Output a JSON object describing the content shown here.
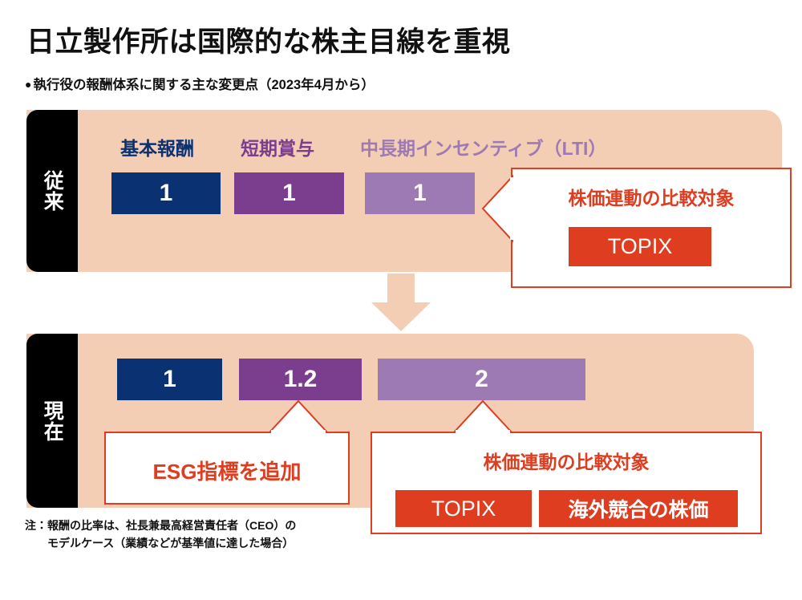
{
  "header": {
    "title": "日立製作所は国際的な株主目線を重視",
    "bullet": "●",
    "subtitle": "執行役の報酬体系に関する主な変更点（2023年4月から）"
  },
  "rows": {
    "old": {
      "era_label": "従来",
      "categories": [
        {
          "label": "基本報酬",
          "color": "#0a3273",
          "value": "1"
        },
        {
          "label": "短期賞与",
          "color": "#7b3e8f",
          "value": "1"
        },
        {
          "label": "中長期インセンティブ（LTI）",
          "color": "#9e7ab4",
          "value": "1"
        }
      ]
    },
    "new": {
      "era_label": "現在",
      "categories": [
        {
          "label": "基本報酬",
          "color": "#0a3273",
          "value": "1"
        },
        {
          "label": "短期賞与",
          "color": "#7b3e8f",
          "value": "1.2"
        },
        {
          "label": "中長期インセンティブ（LTI）",
          "color": "#9e7ab4",
          "value": "2"
        }
      ]
    }
  },
  "callouts": {
    "old_lti": {
      "title": "株価連動の比較対象",
      "chips": [
        "TOPIX"
      ]
    },
    "new_sti": {
      "title": "ESG指標を追加",
      "chips": []
    },
    "new_lti": {
      "title": "株価連動の比較対象",
      "chips": [
        "TOPIX",
        "海外競合の株価"
      ]
    }
  },
  "footnote": "注：報酬の比率は、社長兼最高経営責任者（CEO）の\n　　モデルケース（業績などが基準値に達した場合）",
  "colors": {
    "panel_bg": "#f4cdb5",
    "accent_red": "#de3d20",
    "navy": "#0a3273",
    "purple": "#7b3e8f",
    "lilac": "#9e7ab4",
    "tab_black": "#000000"
  },
  "chart_data": {
    "type": "bar",
    "title": "執行役の報酬体系に関する主な変更点（2023年4月から）",
    "orientation": "horizontal",
    "categories": [
      "基本報酬",
      "短期賞与",
      "中長期インセンティブ（LTI）"
    ],
    "series": [
      {
        "name": "従来",
        "values": [
          1,
          1,
          1
        ]
      },
      {
        "name": "現在",
        "values": [
          1,
          1.2,
          2
        ]
      }
    ],
    "xlabel": "",
    "ylabel": "",
    "grid": false,
    "legend": "left-tabs",
    "annotations": [
      "株価連動の比較対象：TOPIX（従来・LTI）",
      "ESG指標を追加（現在・短期賞与）",
      "株価連動の比較対象：TOPIX、海外競合の株価（現在・LTI）"
    ],
    "note": "注：報酬の比率は、社長兼最高経営責任者（CEO）のモデルケース（業績などが基準値に達した場合）"
  }
}
